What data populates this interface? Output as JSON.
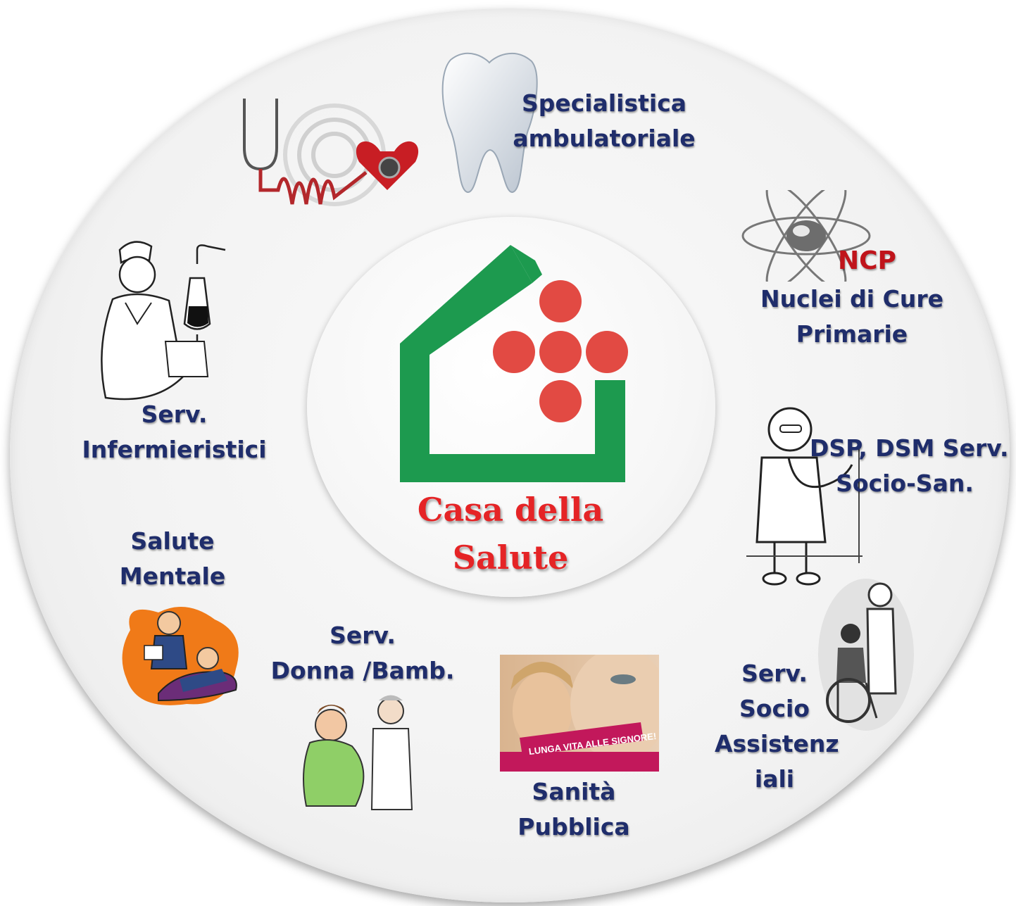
{
  "center": {
    "line1": "Casa della",
    "line2": "Salute"
  },
  "services": {
    "specialistica": {
      "line1": "Specialistica",
      "line2": "ambulatoriale"
    },
    "ncp": {
      "tag": "NCP",
      "line1": "Nuclei di Cure",
      "line2": "Primarie"
    },
    "dsp": {
      "line1": "DSP, DSM Serv.",
      "line2": "Socio-San."
    },
    "socio_assistenziali": {
      "line1": "Serv.",
      "line2": "Socio",
      "line3": "Assistenz",
      "line4": "iali"
    },
    "sanita": {
      "line1": "Sanità",
      "line2": "Pubblica"
    },
    "donna": {
      "line1": "Serv.",
      "line2": "Donna /Bamb."
    },
    "mentale": {
      "line1": "Salute",
      "line2": "Mentale"
    },
    "infermieristici": {
      "line1": "Serv.",
      "line2": "Infermieristici"
    }
  },
  "poster": {
    "banner": "LUNGA VITA ALLE SIGNORE!"
  },
  "colors": {
    "label": "#1f2d6b",
    "accent_red": "#e52426",
    "logo_green": "#1d9a4f",
    "ncp_red": "#c0141b"
  },
  "icons": [
    "stethoscope-heart-icon",
    "tooth-icon",
    "atom-icon",
    "doctor-icon",
    "wheelchair-icon",
    "poster-image",
    "pregnant-woman-icon",
    "psychotherapy-icon",
    "nurse-icon",
    "house-cross-logo"
  ]
}
